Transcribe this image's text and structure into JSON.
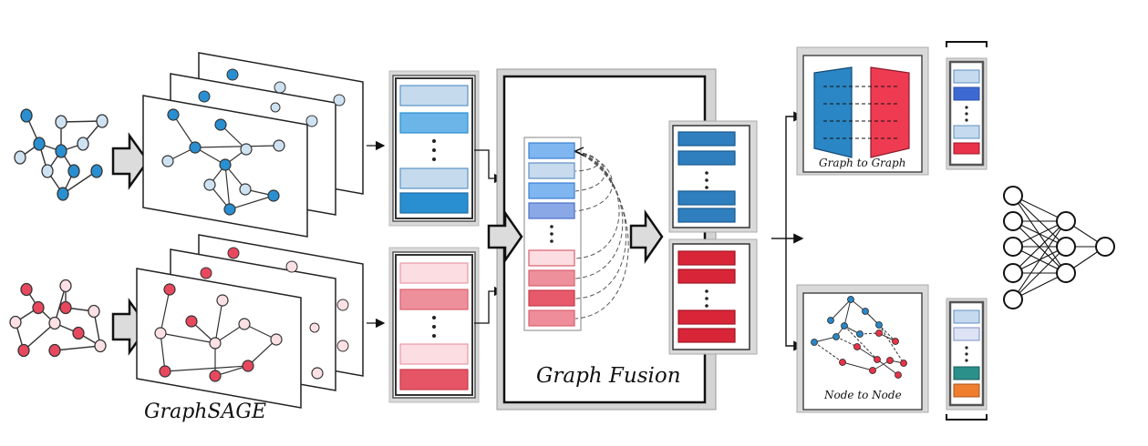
{
  "labels": {
    "graphsage": "GraphSAGE",
    "graph_fusion": "Graph Fusion",
    "graph_to_graph": "Graph to Graph",
    "node_to_node": "Node to Node"
  },
  "colors": {
    "blue_dark": "#2a8fd0",
    "blue_light": "#cfe2f2",
    "red_dark": "#e8485e",
    "red_light": "#fbe0e4",
    "blue_block": "#2f86c4",
    "red_block": "#dd3344",
    "orange_block": "#ef7e2f",
    "teal_block": "#2b8f8a",
    "frame_gray": "#d9d9d9"
  },
  "icons": {
    "input_graph": "network-graph-icon",
    "arrow": "block-arrow-icon",
    "mlp": "neural-network-icon"
  }
}
